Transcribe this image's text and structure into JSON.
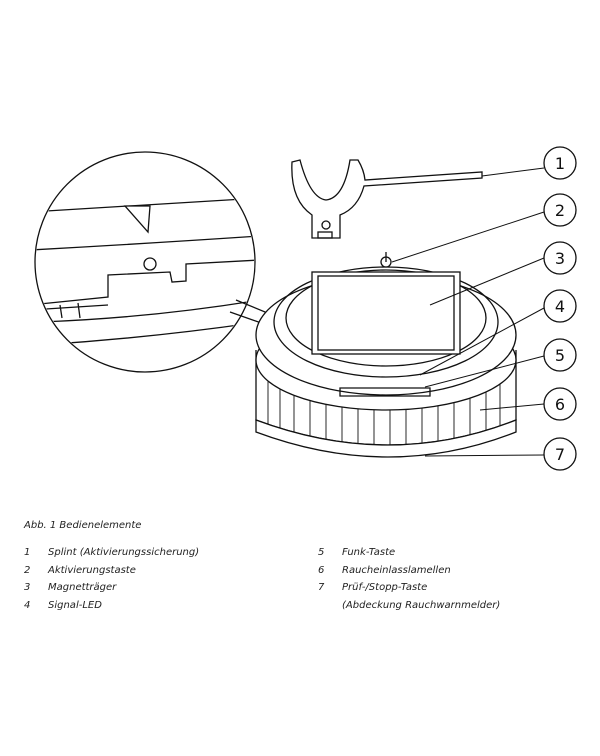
{
  "figure": {
    "caption": "Abb. 1  Bedienelemente",
    "callouts": [
      "1",
      "2",
      "3",
      "4",
      "5",
      "6",
      "7"
    ],
    "legend_left": [
      {
        "num": "1",
        "label": "Splint (Aktivierungssicherung)"
      },
      {
        "num": "2",
        "label": "Aktivierungstaste"
      },
      {
        "num": "3",
        "label": "Magnetträger"
      },
      {
        "num": "4",
        "label": "Signal-LED"
      }
    ],
    "legend_right": [
      {
        "num": "5",
        "label": "Funk-Taste"
      },
      {
        "num": "6",
        "label": "Raucheinlasslamellen"
      },
      {
        "num": "7",
        "label": "Prüf-/Stopp-Taste"
      },
      {
        "num": "",
        "label": "(Abdeckung Rauchwarnmelder)"
      }
    ]
  }
}
